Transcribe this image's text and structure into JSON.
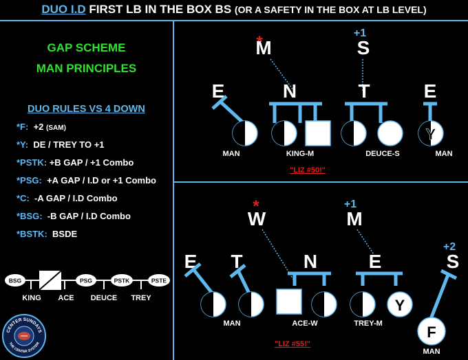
{
  "title": {
    "part1": "DUO I.D",
    "part2": " FIRST LB IN THE BOX BS ",
    "part3": "(OR A SAFETY IN THE BOX AT LB LEVEL)"
  },
  "left": {
    "gap_scheme": "GAP SCHEME",
    "man_principles": "MAN PRINCIPLES",
    "rules_title": "DUO RULES VS 4 DOWN",
    "rules": [
      {
        "key": "*F:",
        "text": "+2",
        "small": "(SAM)"
      },
      {
        "key": "*Y:",
        "text": "DE / TREY TO +1",
        "small": ""
      },
      {
        "key": "*PSTK:",
        "text": "+B GAP / +1 Combo",
        "small": ""
      },
      {
        "key": "*PSG:",
        "text": "+A GAP / I.D or +1 Combo",
        "small": ""
      },
      {
        "key": "*C:",
        "text": "-A GAP / I.D Combo",
        "small": ""
      },
      {
        "key": "*BSG:",
        "text": "-B GAP / I.D Combo",
        "small": ""
      },
      {
        "key": "*BSTK:",
        "text": "BSDE",
        "small": ""
      }
    ],
    "schematic": {
      "nodes": [
        "BSG",
        "PSG",
        "PSTK",
        "PSTE"
      ],
      "labels": [
        "KING",
        "ACE",
        "DEUCE",
        "TREY"
      ]
    },
    "logo": {
      "top": "CENTER SUNDAYS",
      "bottom": "THE CENTER SYSTEM"
    }
  },
  "top_diagram": {
    "lbs": [
      "M",
      "S"
    ],
    "star": "*",
    "plus": "+1",
    "dline": [
      "E",
      "N",
      "T",
      "E"
    ],
    "labels": [
      "MAN",
      "KING-M",
      "DEUCE-S",
      "MAN"
    ],
    "te": "Y",
    "call": "\"LIZ #50!\""
  },
  "bottom_diagram": {
    "lbs": [
      "W",
      "M",
      "S"
    ],
    "star": "*",
    "plus_m": "+1",
    "plus_s": "+2",
    "dline": [
      "E",
      "T",
      "N",
      "E"
    ],
    "labels": [
      "MAN",
      "ACE-W",
      "TREY-M",
      "MAN"
    ],
    "te": "Y",
    "fb": "F",
    "call": "\"LIZ #55!\""
  },
  "colors": {
    "accent": "#5fb8f0",
    "green": "#31e331",
    "red": "#e21d1d"
  }
}
